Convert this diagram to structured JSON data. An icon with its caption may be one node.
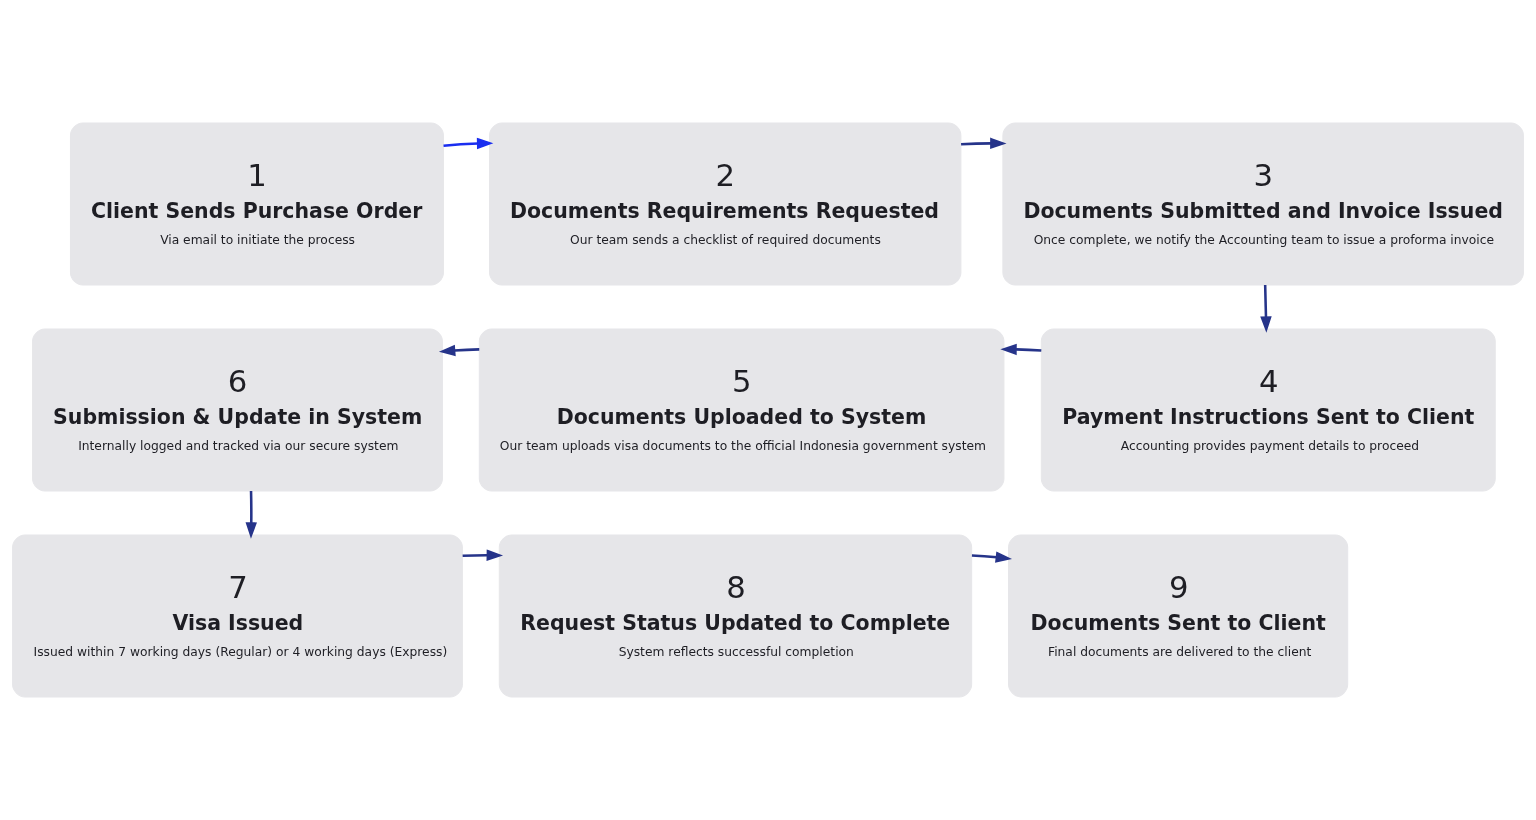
{
  "diagram": {
    "nodes": [
      {
        "text": [
          "1",
          "Client Sends Purchase Order",
          "Via email to initiate the process"
        ]
      },
      {
        "text": [
          "2",
          "Documents Requirements Requested",
          "Our team sends a checklist of required documents"
        ]
      },
      {
        "text": [
          "3",
          "Documents Submitted and Invoice Issued",
          "Once complete, we notify the Accounting team to issue a proforma invoice"
        ]
      },
      {
        "text": [
          "4",
          "Payment Instructions Sent to Client",
          "Accounting provides payment details to proceed"
        ]
      },
      {
        "text": [
          "5",
          "Documents Uploaded to System",
          "Our team uploads visa documents to the official Indonesia government system"
        ]
      },
      {
        "text": [
          "6",
          "Submission & Update in System",
          "Internally logged and tracked via our secure system"
        ]
      },
      {
        "text": [
          "7",
          "Visa Issued",
          "Issued within 7 working days (Regular) or 4 working days (Express)"
        ]
      },
      {
        "text": [
          "8",
          "Request Status Updated to Complete",
          "System reflects successful completion"
        ]
      },
      {
        "text": [
          "9",
          "Documents Sent to Client",
          "Final documents are delivered to the client"
        ]
      }
    ],
    "edges": [
      {
        "from": 0,
        "to": 1,
        "arrow": "to",
        "color": "#1a2ef0"
      },
      {
        "from": 1,
        "to": 2,
        "arrow": "to"
      },
      {
        "from": 2,
        "to": 3,
        "arrow": "to"
      },
      {
        "from": 3,
        "to": 4,
        "arrow": "to"
      },
      {
        "from": 4,
        "to": 5,
        "arrow": "to"
      },
      {
        "from": 5,
        "to": 6,
        "arrow": "to"
      },
      {
        "from": 6,
        "to": 7,
        "arrow": "to"
      },
      {
        "from": 7,
        "to": 8,
        "arrow": "to"
      }
    ]
  }
}
